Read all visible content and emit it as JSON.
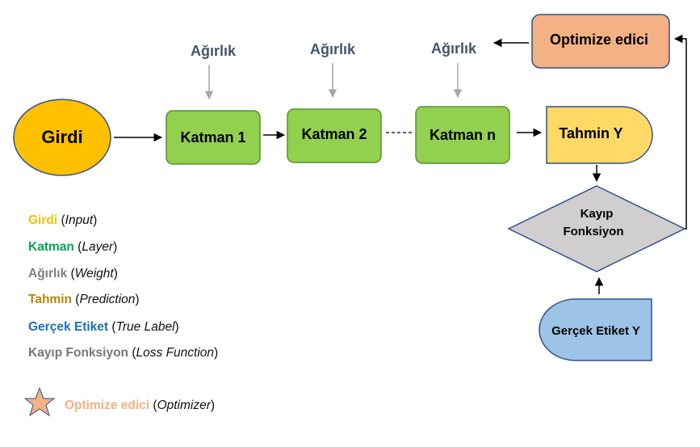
{
  "nodes": {
    "input": "Girdi",
    "layer1": "Katman 1",
    "layer2": "Katman 2",
    "layern": "Katman n",
    "prediction": "Tahmin Y",
    "loss_line1": "Kayıp",
    "loss_line2": "Fonksiyon",
    "true_label": "Gerçek Etiket Y",
    "optimizer": "Optimize edici"
  },
  "weights": [
    "Ağırlık",
    "Ağırlık",
    "Ağırlık"
  ],
  "legend": [
    {
      "term": "Girdi",
      "translation": "Input",
      "color": "#f2c200"
    },
    {
      "term": "Katman",
      "translation": "Layer",
      "color": "#00a650"
    },
    {
      "term": "Ağırlık",
      "translation": "Weight",
      "color": "#808080"
    },
    {
      "term": "Tahmin",
      "translation": "Prediction",
      "color": "#b8860b"
    },
    {
      "term": "Gerçek Etiket",
      "translation": "True Label",
      "color": "#1f6fb5"
    },
    {
      "term": "Kayıp Fonksiyon",
      "translation": "Loss Function",
      "color": "#777777"
    }
  ],
  "legend_optimizer": {
    "term": "Optimize edici",
    "translation": "Optimizer",
    "color": "#f4b183"
  },
  "colors": {
    "input_fill": "#ffc000",
    "layer_fill": "#92d050",
    "layer_stroke": "#5a8f2e",
    "prediction_fill": "#ffd966",
    "loss_fill": "#d0cece",
    "true_label_fill": "#9dc3e6",
    "optimizer_fill": "#f4b183",
    "weight_text": "#44546a"
  }
}
